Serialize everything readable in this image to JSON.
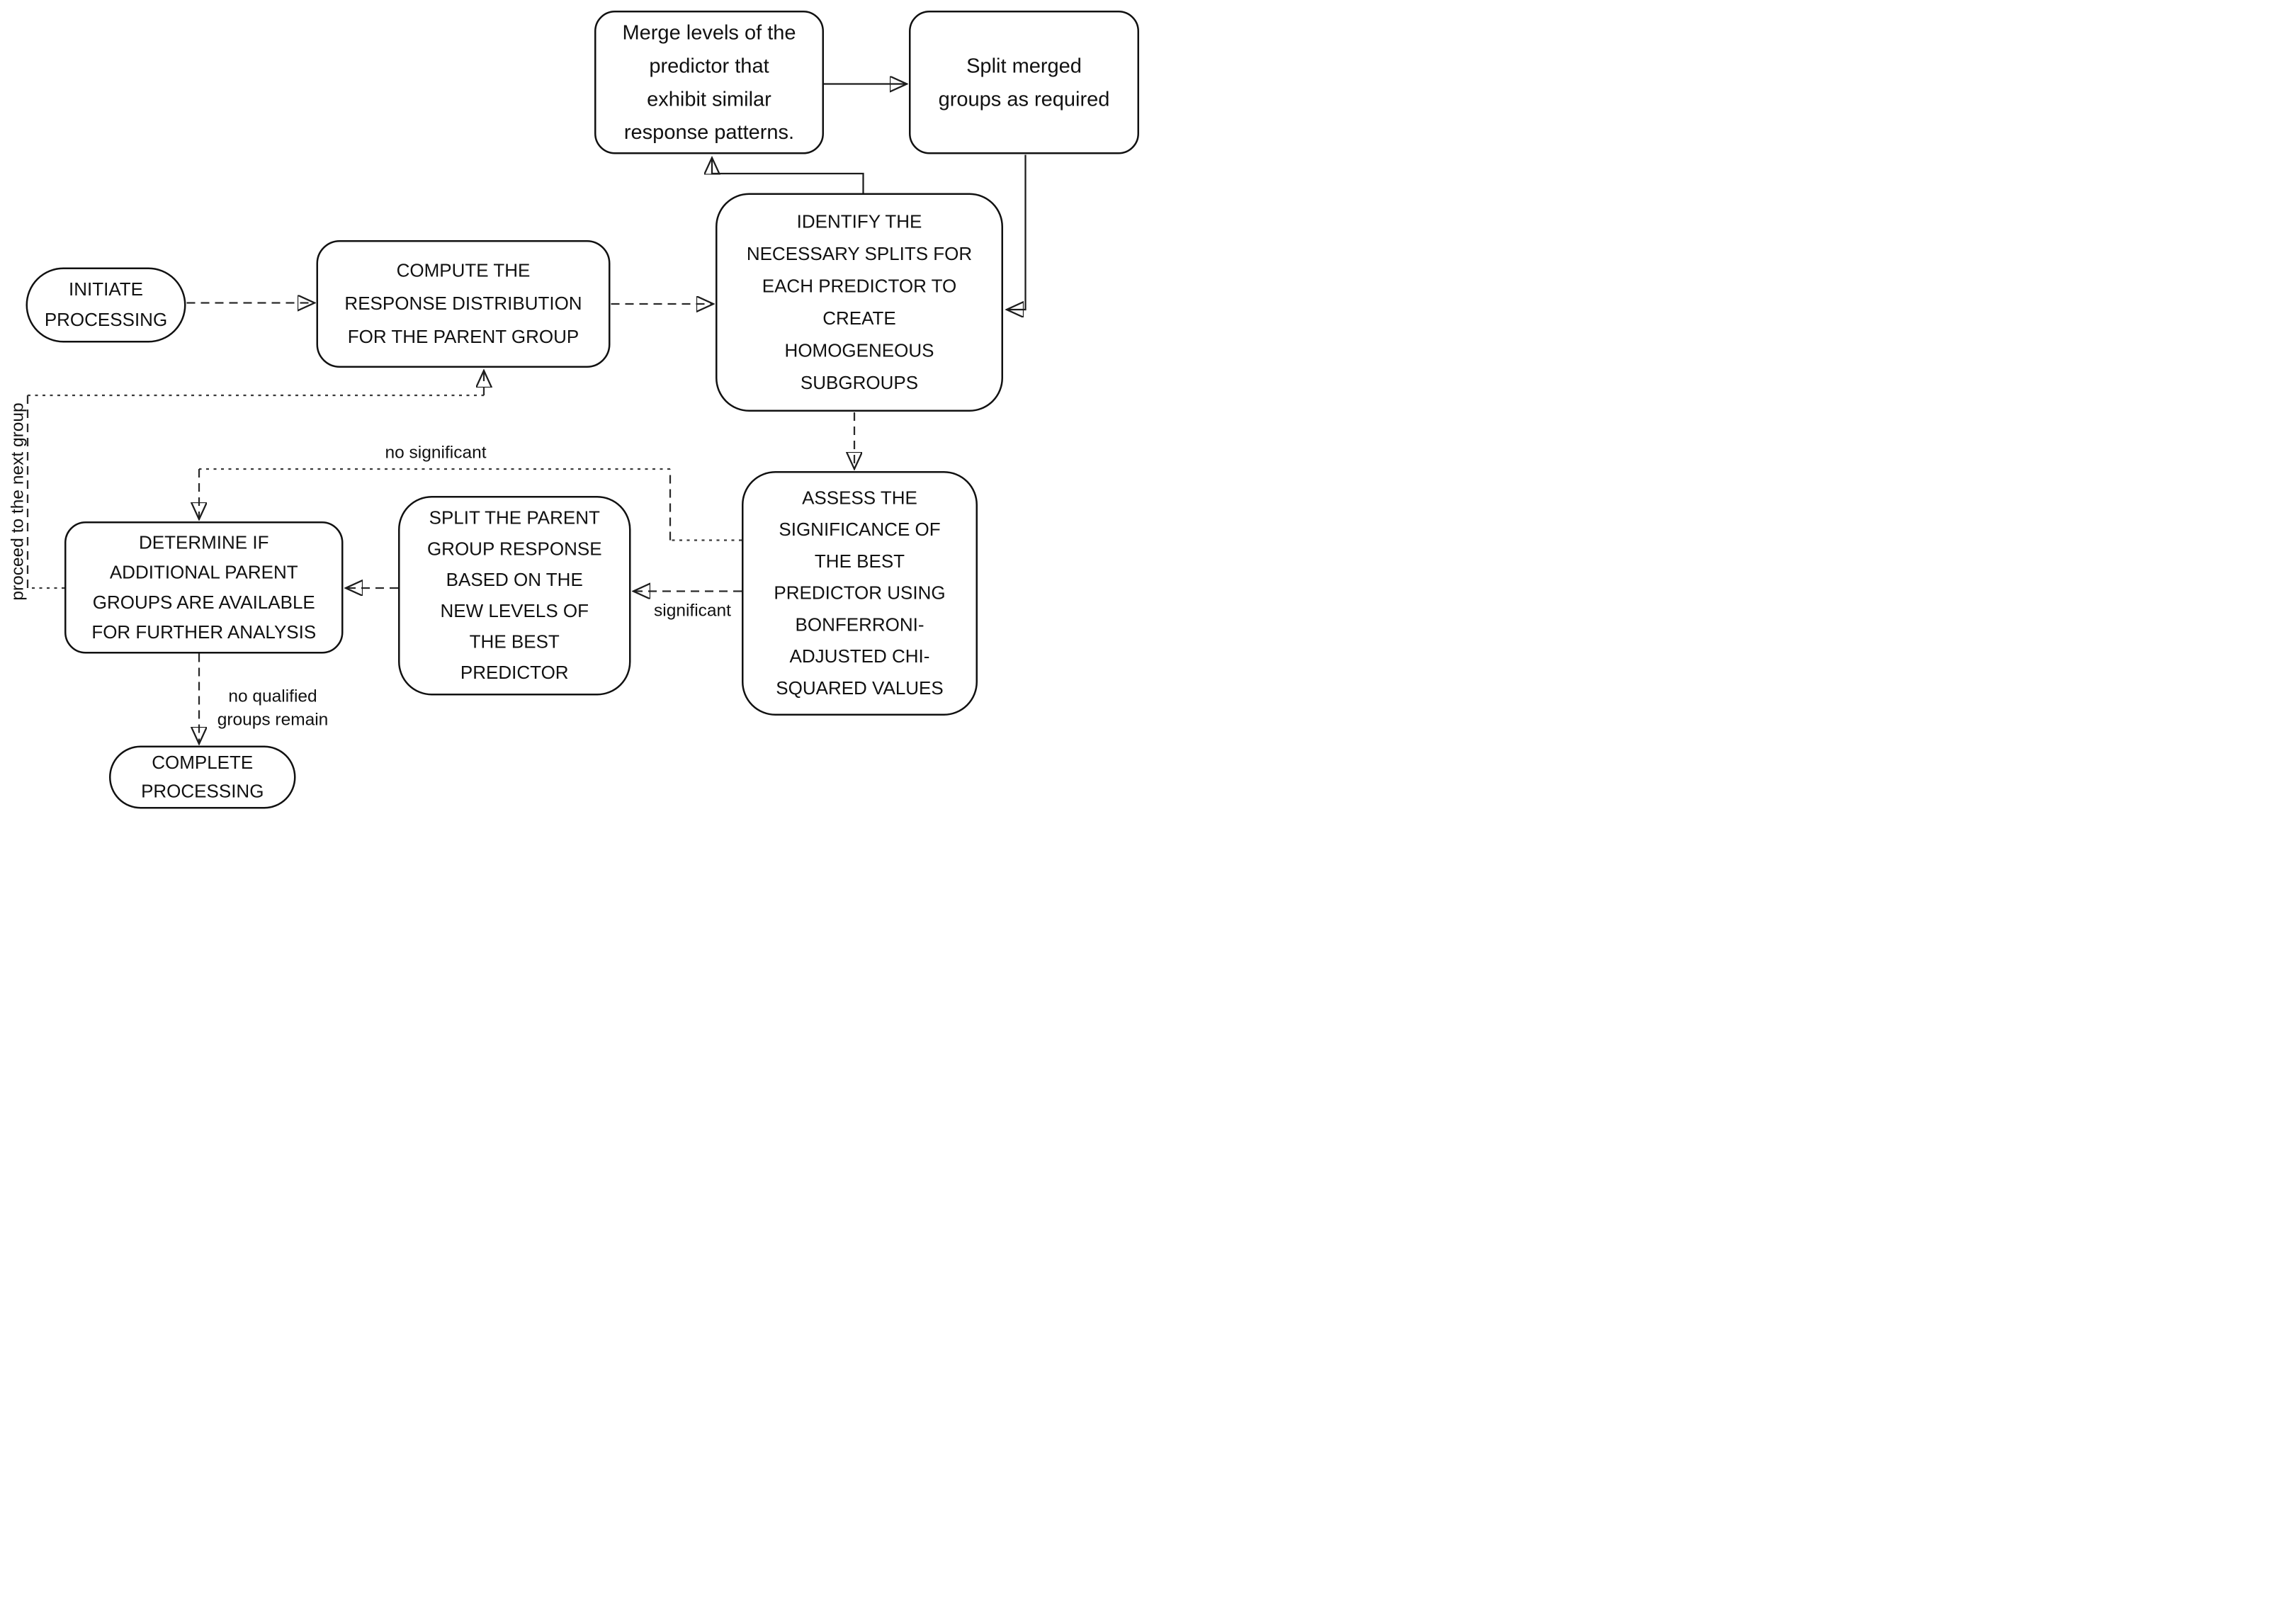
{
  "diagram": {
    "background_color": "#ffffff",
    "box_border_color": "#111111",
    "solid_line_color": "#1c1c1c",
    "dashed_line_color": "#2a2a2a",
    "nodes": [
      {
        "id": "merge",
        "shape": "rounded-rect",
        "label": "Merge levels of the\npredictor that\nexhibit similar\nresponse patterns."
      },
      {
        "id": "split-merged",
        "shape": "rounded-rect",
        "label": "Split merged\ngroups as required"
      },
      {
        "id": "initiate",
        "shape": "stadium",
        "label": "INITIATE\nPROCESSING"
      },
      {
        "id": "compute",
        "shape": "rounded-rect",
        "label": "COMPUTE THE\nRESPONSE DISTRIBUTION\nFOR THE PARENT GROUP"
      },
      {
        "id": "identify",
        "shape": "rounded-rect",
        "label": "IDENTIFY THE\nNECESSARY SPLITS FOR\nEACH PREDICTOR TO\nCREATE\nHOMOGENEOUS\nSUBGROUPS"
      },
      {
        "id": "assess",
        "shape": "rounded-rect",
        "label": "ASSESS THE\nSIGNIFICANCE OF\nTHE BEST\nPREDICTOR USING\nBONFERRONI-\nADJUSTED CHI-\nSQUARED VALUES"
      },
      {
        "id": "split-parent",
        "shape": "rounded-rect",
        "label": "SPLIT THE PARENT\nGROUP RESPONSE\nBASED ON THE\nNEW LEVELS OF\nTHE BEST\nPREDICTOR"
      },
      {
        "id": "determine",
        "shape": "rounded-rect",
        "label": "DETERMINE IF\nADDITIONAL PARENT\nGROUPS ARE AVAILABLE\nFOR FURTHER ANALYSIS"
      },
      {
        "id": "complete",
        "shape": "stadium",
        "label": "COMPLETE\nPROCESSING"
      }
    ],
    "edge_labels": {
      "no_significant": "no significant",
      "significant": "significant",
      "no_qualified": "no qualified\ngroups remain",
      "proceed": "proceed to the next group"
    }
  }
}
